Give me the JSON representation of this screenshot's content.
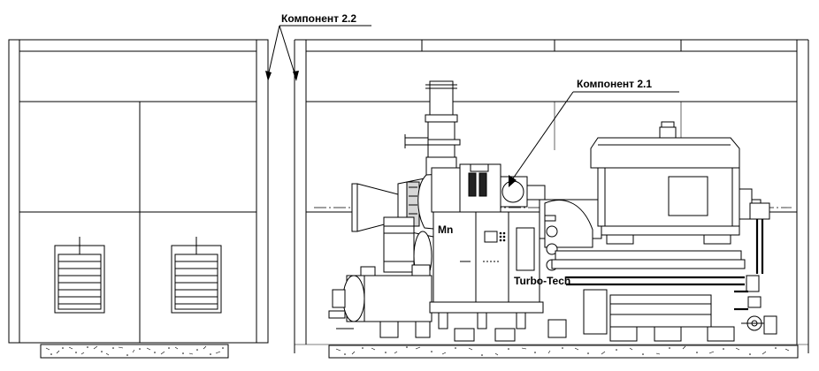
{
  "annotations": {
    "component_2_2": "Компонент 2.2",
    "component_2_1": "Компонент 2.1"
  },
  "panel_badge": "Mn",
  "vendor_mark": "Turbo-Tech"
}
